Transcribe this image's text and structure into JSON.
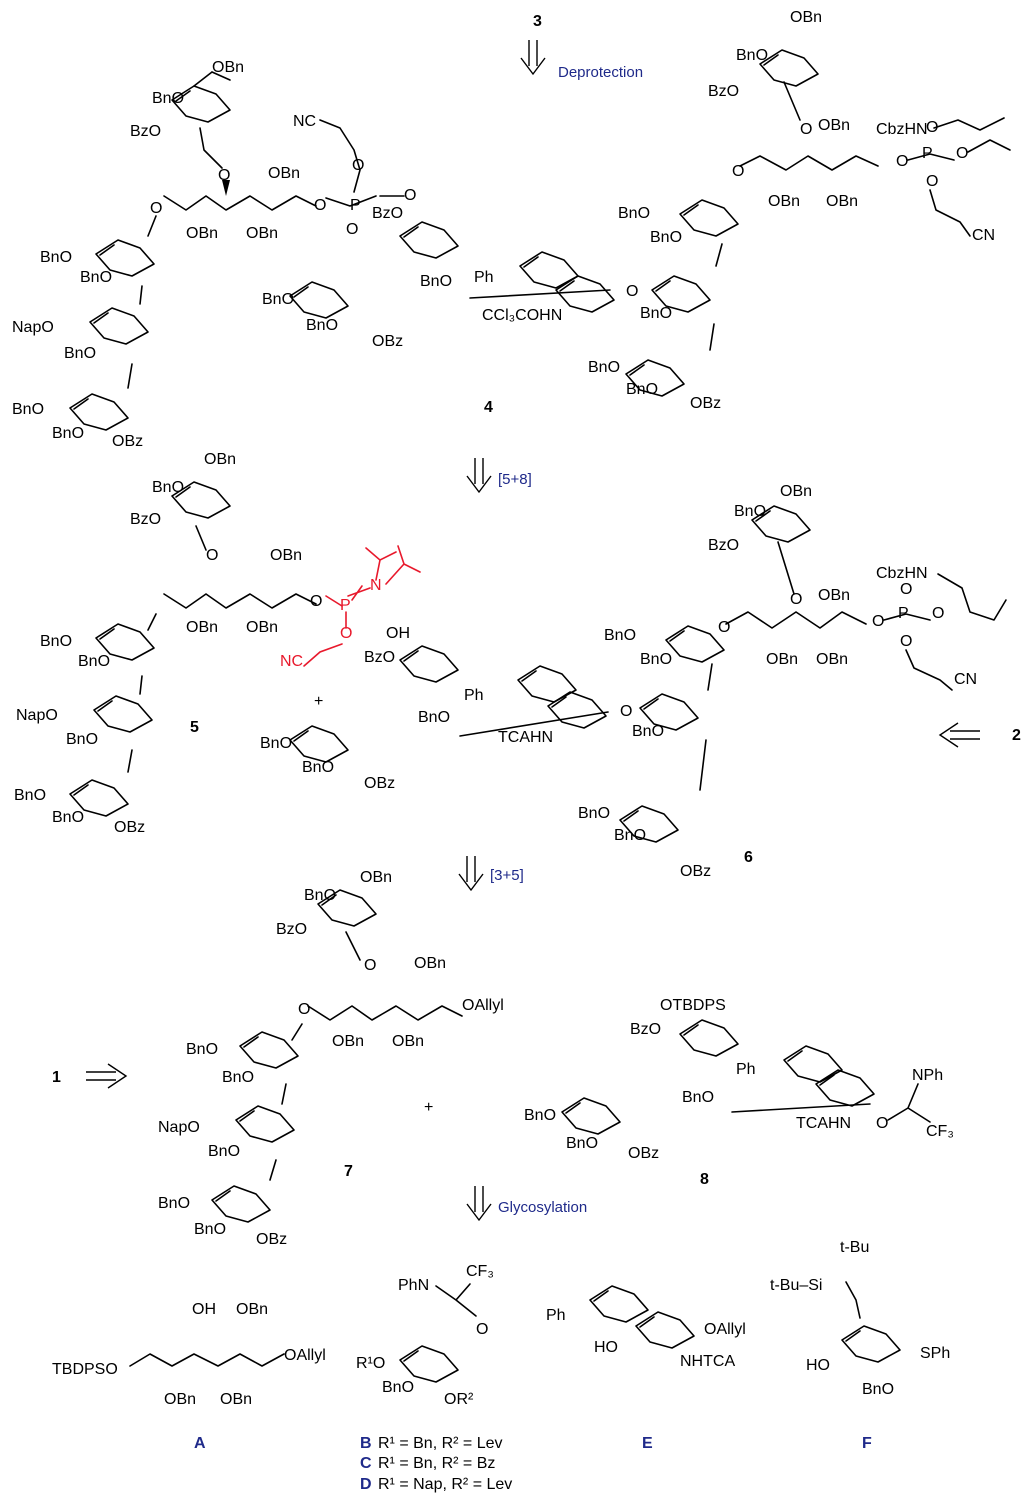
{
  "colors": {
    "step_text": "#1f2a8a",
    "phosphoramidite": "#e8192c"
  },
  "compounds": {
    "c1": "1",
    "c2": "2",
    "c3": "3",
    "c4": "4",
    "c5": "5",
    "c6": "6",
    "c7": "7",
    "c8": "8"
  },
  "steps": {
    "deprotection": "Deprotection",
    "s58": "[5+8]",
    "s35": "[3+5]",
    "glycosylation": "Glycosylation"
  },
  "plus": "+",
  "building_blocks": {
    "A": "A",
    "B": "B",
    "C": "C",
    "D": "D",
    "E": "E",
    "F": "F",
    "B_desc": "R¹ = Bn, R² = Lev",
    "C_desc": "R¹ = Bn, R² = Bz",
    "D_desc": "R¹ = Nap, R² = Lev"
  },
  "labels": {
    "OBn": "OBn",
    "BnO": "BnO",
    "BzO": "BzO",
    "OBz": "OBz",
    "NapO": "NapO",
    "NC": "NC",
    "CN": "CN",
    "CbzHN": "CbzHN",
    "Ph": "Ph",
    "OH": "OH",
    "HO": "HO",
    "CCl3COHN": "CCl₃COHN",
    "TCAHN": "TCAHN",
    "NHTCA": "NHTCA",
    "OTBDPS": "OTBDPS",
    "TBDPSO": "TBDPSO",
    "OAllyl": "OAllyl",
    "NPh": "NPh",
    "PhN": "PhN",
    "CF3": "CF₃",
    "SPh": "SPh",
    "tBu": "t-Bu",
    "Si": "Si",
    "tBuSi": "t-Bu–Si",
    "R1O": "R¹O",
    "OR2": "OR²",
    "N": "N",
    "P": "P",
    "O": "O"
  }
}
